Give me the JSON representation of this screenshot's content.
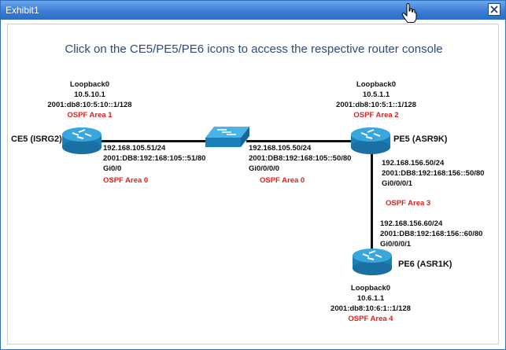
{
  "window": {
    "title": "Exhibit1",
    "close_icon": "close-x-icon"
  },
  "instruction": "Click on the CE5/PE5/PE6 icons to access the respective router console",
  "ce5": {
    "name": "CE5 (ISRG2)",
    "loopback_title": "Loopback0",
    "loopback_ipv4": "10.5.10.1",
    "loopback_ipv6": "2001:db8:10:5:10::1/128",
    "loopback_area": "OSPF Area 1",
    "link_ipv4": "192.168.105.51/24",
    "link_ipv6": "2001:DB8:192:168:105::51/80",
    "link_if": "Gi0/0",
    "link_area": "OSPF Area 0"
  },
  "pe5": {
    "name": "PE5 (ASR9K)",
    "loopback_title": "Loopback0",
    "loopback_ipv4": "10.5.1.1",
    "loopback_ipv6": "2001:db8:10:5:1::1/128",
    "loopback_area": "OSPF Area 2",
    "link_ipv4": "192.168.105.50/24",
    "link_ipv6": "2001:DB8:192:168:105::50/80",
    "link_if": "Gi0/0/0/0",
    "link_area": "OSPF Area 0",
    "down_ipv4": "192.168.156.50/24",
    "down_ipv6": "2001:DB8:192:168:156::50/80",
    "down_if": "Gi0/0/0/1"
  },
  "pe5_pe6_area": "OSPF Area 3",
  "pe6": {
    "name": "PE6 (ASR1K)",
    "up_ipv4": "192.168.156.60/24",
    "up_ipv6": "2001:DB8:192:168:156::60/80",
    "up_if": "Gi0/0/0/1",
    "loopback_title": "Loopback0",
    "loopback_ipv4": "10.6.1.1",
    "loopback_ipv6": "2001:db8:10:6:1::1/128",
    "loopback_area": "OSPF Area 4"
  },
  "colors": {
    "titlebar": "#3a7dd6",
    "router": "#1e8fc9",
    "area_label": "#e02020",
    "instruction": "#2f4a7a"
  }
}
